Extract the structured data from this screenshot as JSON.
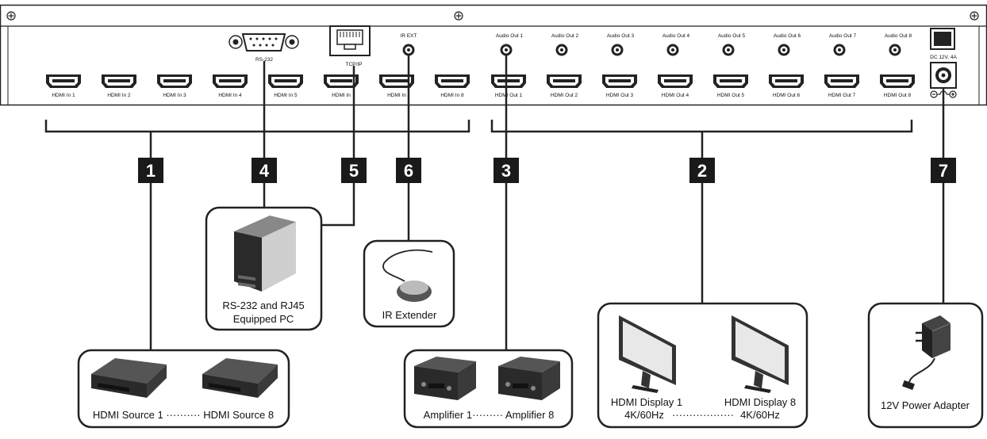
{
  "panel": {
    "rs232_label": "RS-232",
    "tcpip_label": "TCP/IP",
    "irext_label": "IR EXT",
    "power_label": "DC 12V, 4A",
    "hdmi_in_labels": [
      "HDMI In 1",
      "HDMI In 2",
      "HDMI In 3",
      "HDMI In 4",
      "HDMI In 5",
      "HDMI In",
      "HDMI In",
      "HDMI In 8"
    ],
    "hdmi_out_labels": [
      "HDMI Out 1",
      "HDMI Out 2",
      "HDMI Out 3",
      "HDMI Out 4",
      "HDMI Out 5",
      "HDMI Out 6",
      "HDMI Out 7",
      "HDMI Out 8"
    ],
    "audio_out_labels": [
      "Audio Out 1",
      "Audio Out 2",
      "Audio Out 3",
      "Audio Out 4",
      "Audio Out 5",
      "Audio Out 6",
      "Audio Out 7",
      "Audio Out 8"
    ]
  },
  "badges": [
    "1",
    "2",
    "3",
    "4",
    "5",
    "6",
    "7"
  ],
  "devices": {
    "pc": {
      "line1": "RS-232 and RJ45",
      "line2": "Equipped PC"
    },
    "ir": {
      "label": "IR Extender"
    },
    "sources": {
      "label": "HDMI Source 1 ·········· HDMI Source 8"
    },
    "amps": {
      "label": "Amplifier 1········· Amplifier 8"
    },
    "displays": {
      "name1": "HDMI Display 1",
      "res1": "4K/60Hz",
      "dots": "··················",
      "name2": "HDMI Display 8",
      "res2": "4K/60Hz"
    },
    "power": {
      "label": "12V Power Adapter"
    }
  }
}
